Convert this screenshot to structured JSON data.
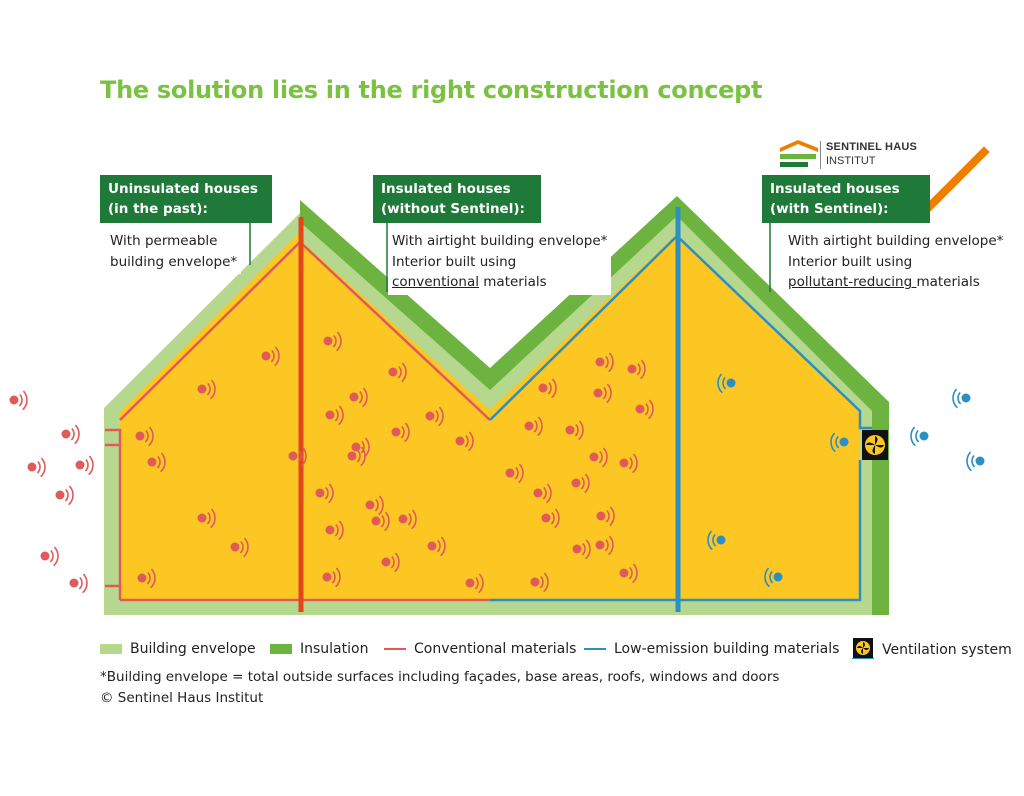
{
  "title": "The solution lies in the right construction concept",
  "brand": {
    "line1": "SENTINEL HAUS",
    "line2": "INSTITUT"
  },
  "houses": [
    {
      "label_line1": "Uninsulated houses",
      "label_line2": "(in the past):",
      "desc_line1": "With permeable",
      "desc_line2": "building envelope*"
    },
    {
      "label_line1": "Insulated houses",
      "label_line2": "(without Sentinel):",
      "desc_line1": "With airtight building envelope*",
      "desc_line2": "Interior built using",
      "desc_line3_underlined": "conventional",
      "desc_line3_rest": " materials"
    },
    {
      "label_line1": "Insulated houses",
      "label_line2": "(with Sentinel):",
      "desc_line1": "With airtight building envelope*",
      "desc_line2": "Interior built using",
      "desc_line3_underlined": "pollutant-reducing ",
      "desc_line3_rest": "materials"
    }
  ],
  "legend": [
    {
      "label": "Building envelope",
      "color": "#b5d88e",
      "kind": "bar"
    },
    {
      "label": "Insulation",
      "color": "#6db33f",
      "kind": "bar"
    },
    {
      "label": "Conventional materials",
      "color": "#e05a5a",
      "kind": "line"
    },
    {
      "label": "Low-emission building materials",
      "color": "#2a8fc4",
      "kind": "line"
    },
    {
      "label": "Ventilation system",
      "color": "#000000",
      "kind": "fan"
    }
  ],
  "footnote": "*Building envelope = total outside surfaces including façades, base areas, roofs, windows and doors",
  "copyright": "© Sentinel Haus Institut",
  "colors": {
    "title": "#7cc242",
    "label_bg": "#1f7a3a",
    "interior": "#fcc623",
    "envelope": "#b5d88e",
    "insulation": "#6db33f",
    "conventional": "#e05a5a",
    "low_emission": "#2a8fc4",
    "divider_red": "#e1461d",
    "checkmark": "#ef7d00"
  }
}
